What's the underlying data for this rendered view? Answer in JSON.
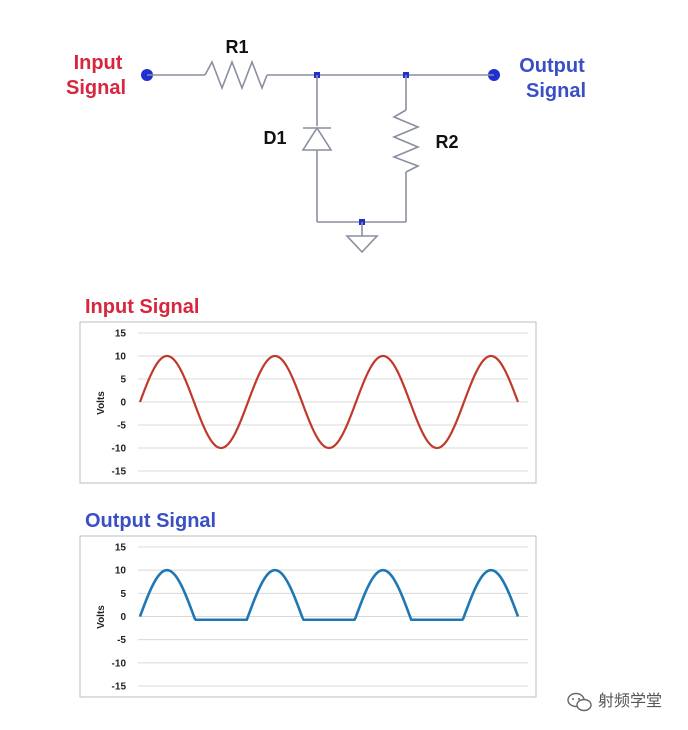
{
  "circuit": {
    "input_label": [
      "Input",
      "Signal"
    ],
    "output_label": [
      "Output",
      "Signal"
    ],
    "r1_label": "R1",
    "r2_label": "R2",
    "d1_label": "D1"
  },
  "chart_data": [
    {
      "type": "line",
      "title": "Input Signal",
      "ylabel": "Volts",
      "xlabel": "",
      "ylim": [
        -15,
        15
      ],
      "yticks": [
        15,
        10,
        5,
        0,
        -5,
        -10,
        -15
      ],
      "grid": true,
      "series": [
        {
          "color": "#c0392b",
          "description": "sine wave, amplitude 10 V, 3.5 cycles",
          "amplitude": 10,
          "cycles": 3.5,
          "clip_below": null
        }
      ]
    },
    {
      "type": "line",
      "title": "Output Signal",
      "ylabel": "Volts",
      "xlabel": "",
      "ylim": [
        -15,
        15
      ],
      "yticks": [
        15,
        10,
        5,
        0,
        -5,
        -10,
        -15
      ],
      "grid": true,
      "series": [
        {
          "color": "#1f77b4",
          "description": "half-wave rectified: positive half-cycles 10 V peak, negative clipped near -0.7 V",
          "amplitude": 10,
          "cycles": 3.5,
          "clip_below": -0.7
        }
      ]
    }
  ],
  "watermark": {
    "text": "射频学堂",
    "icon": "wechat-icon"
  }
}
